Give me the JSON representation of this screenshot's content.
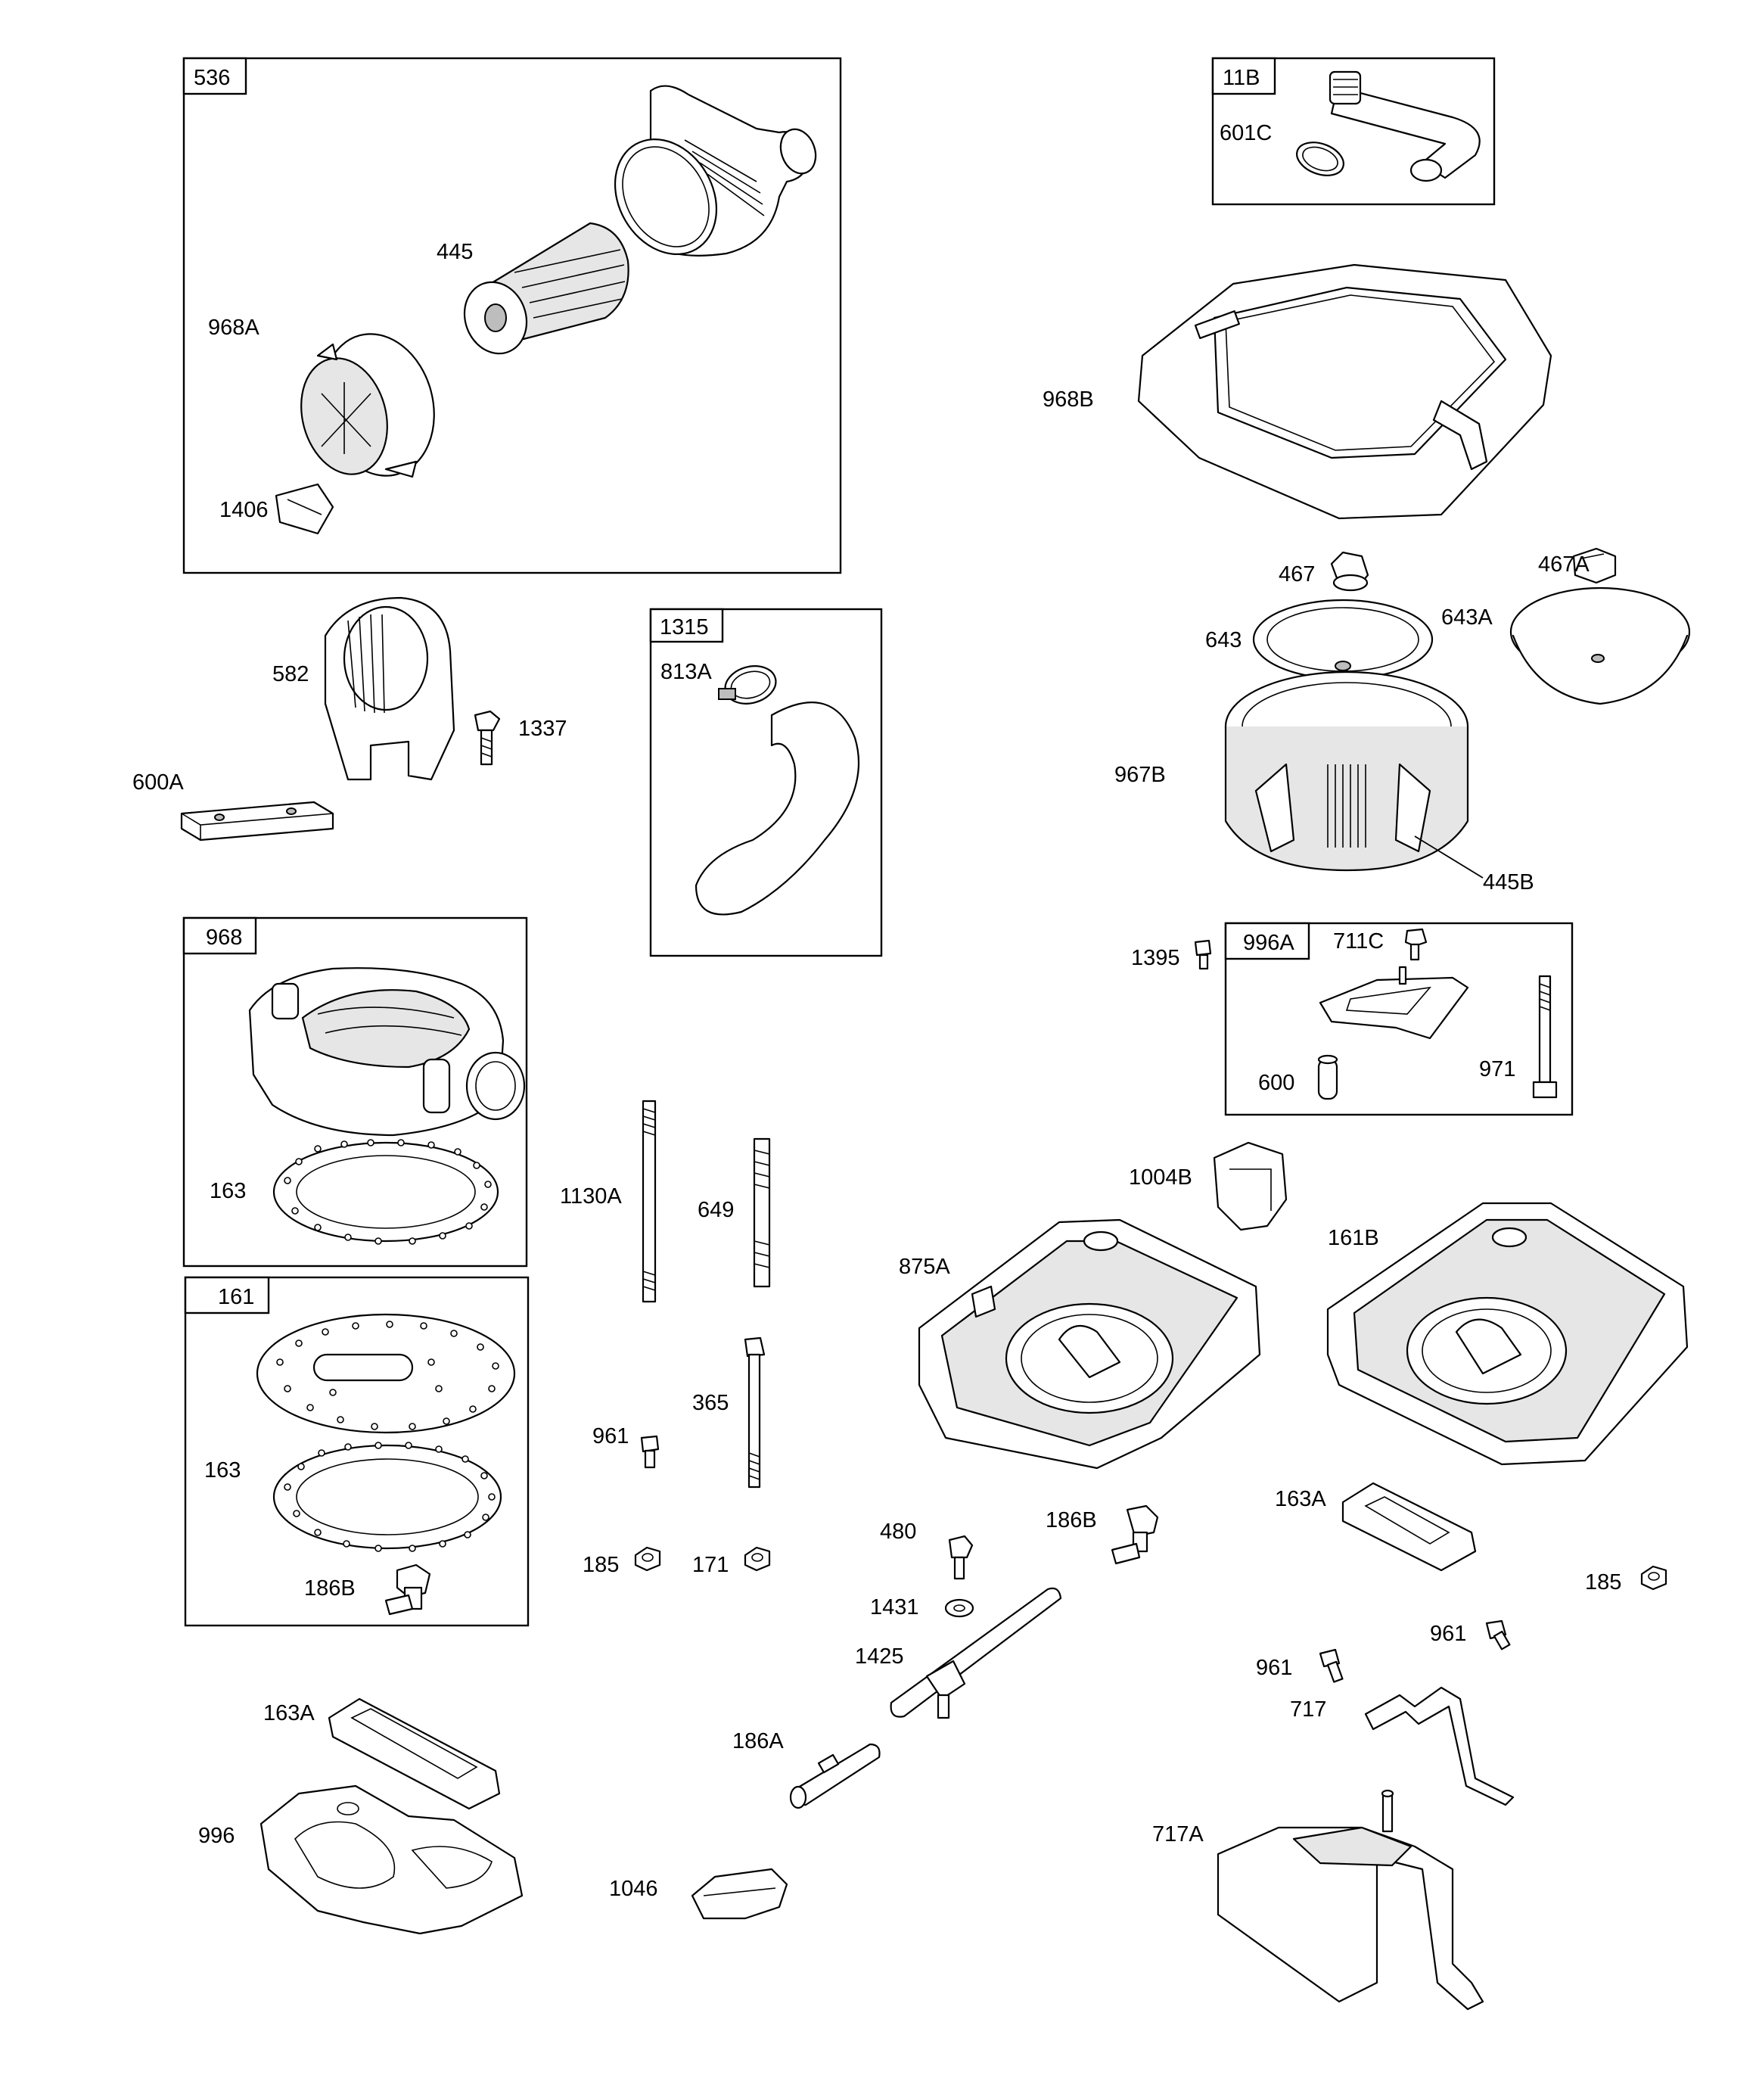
{
  "groups": {
    "g536": "536",
    "g11B": "11B",
    "g1315": "1315",
    "g968": "968",
    "g161": "161",
    "g996A": "996A"
  },
  "labels": {
    "p445": "445",
    "p968A": "968A",
    "p1406": "1406",
    "p601C": "601C",
    "p968B": "968B",
    "p467": "467",
    "p467A": "467A",
    "p643": "643",
    "p643A": "643A",
    "p967B": "967B",
    "p445B": "445B",
    "p582": "582",
    "p1337": "1337",
    "p600A": "600A",
    "p813A": "813A",
    "p1395": "1395",
    "p711C": "711C",
    "p600": "600",
    "p971": "971",
    "p163_top": "163",
    "p1130A": "1130A",
    "p649": "649",
    "p1004B": "1004B",
    "p875A": "875A",
    "p161B": "161B",
    "p163_mid": "163",
    "p365": "365",
    "p961_a": "961",
    "p186B_a": "186B",
    "p185_a": "185",
    "p171": "171",
    "p480": "480",
    "p186B_b": "186B",
    "p163A_a": "163A",
    "p185_b": "185",
    "p1431": "1431",
    "p1425": "1425",
    "p961_b": "961",
    "p961_c": "961",
    "p717": "717",
    "p163A_b": "163A",
    "p186A": "186A",
    "p996": "996",
    "p717A": "717A",
    "p1046": "1046"
  }
}
